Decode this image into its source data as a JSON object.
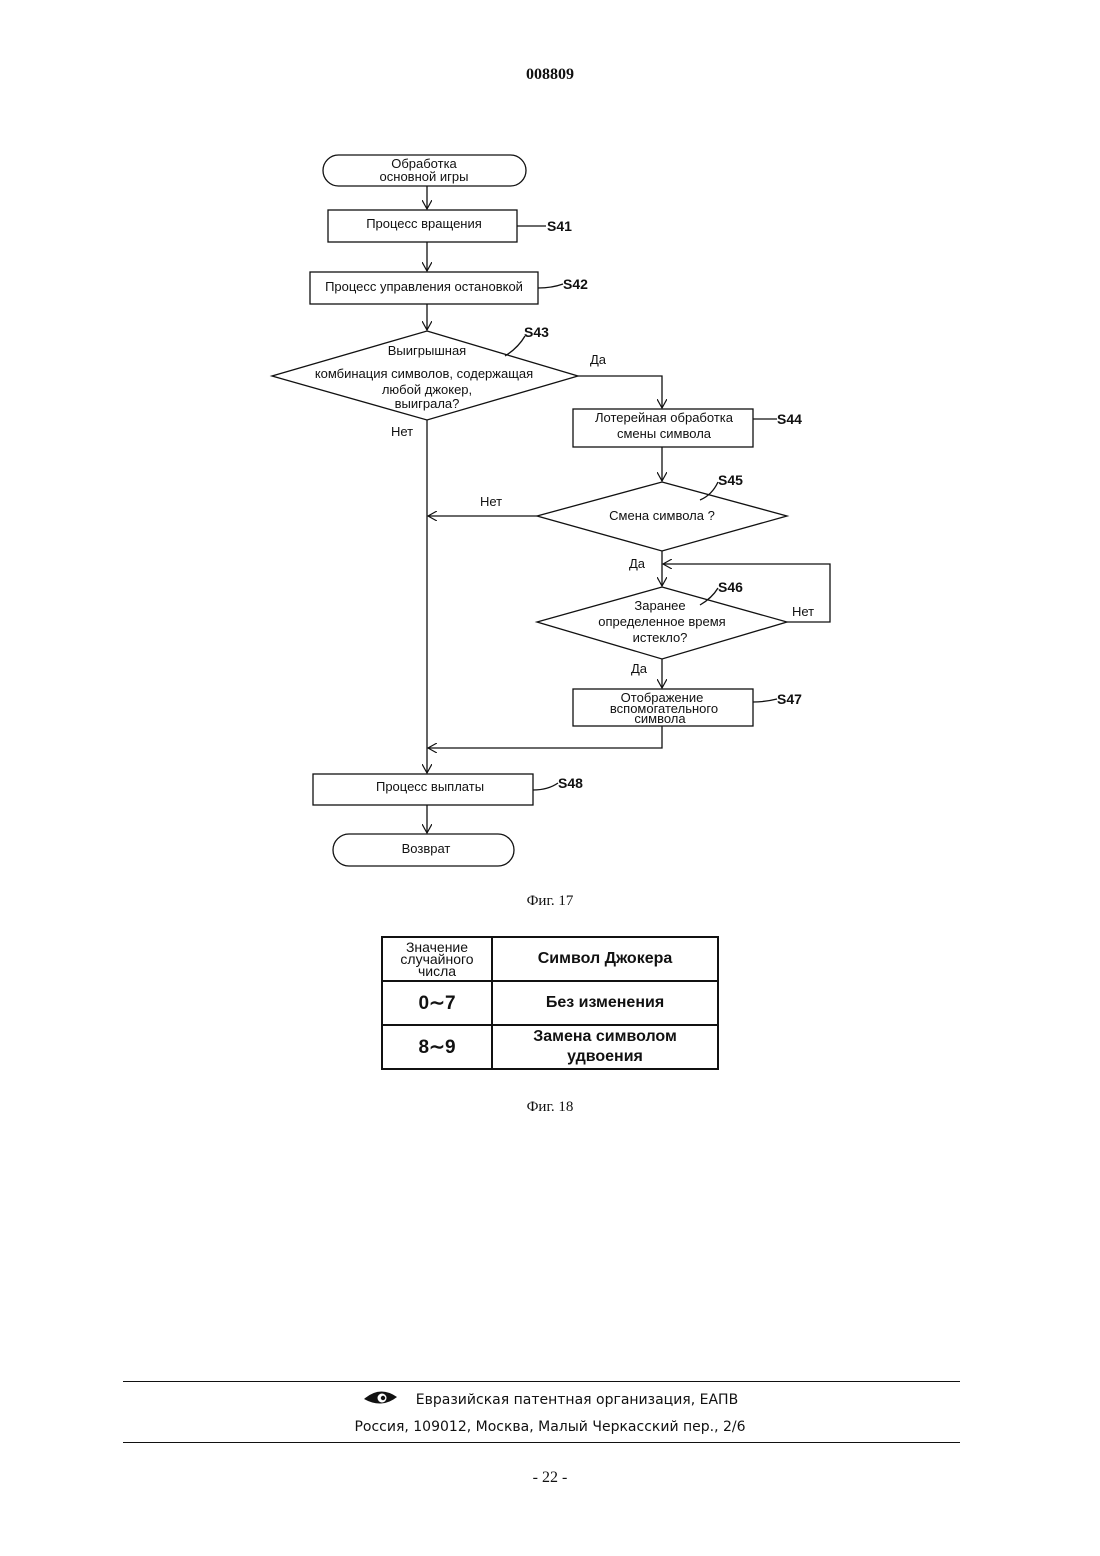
{
  "header": {
    "doc_number": "008809"
  },
  "fig17": {
    "caption": "Фиг. 17",
    "start": [
      "Обработка",
      "основной игры"
    ],
    "s41": {
      "text": "Процесс вращения",
      "label": "S41"
    },
    "s42": {
      "text": "Процесс управления остановкой",
      "label": "S42"
    },
    "s43": {
      "lines": [
        "Выигрышная",
        "комбинация символов, содержащая",
        "любой джокер,",
        "выиграла?"
      ],
      "label": "S43",
      "yes": "Да",
      "no": "Нет"
    },
    "s44": {
      "lines": [
        "Лотерейная обработка",
        "смены символа"
      ],
      "label": "S44"
    },
    "s45": {
      "text": "Смена символа ?",
      "label": "S45",
      "yes": "Да",
      "no": "Нет"
    },
    "s46": {
      "lines": [
        "Заранее",
        "определенное время",
        "истекло?"
      ],
      "label": "S46",
      "yes": "Да",
      "no": "Нет"
    },
    "s47": {
      "lines": [
        "Отображение",
        "вспомогательного",
        "символа"
      ],
      "label": "S47"
    },
    "s48": {
      "text": "Процесс выплаты",
      "label": "S48"
    },
    "end": "Возврат"
  },
  "fig18": {
    "caption": "Фиг. 18",
    "header": [
      "Значение",
      "случайного",
      "числа"
    ],
    "header_right": "Символ Джокера",
    "rows": [
      {
        "range": "0∼7",
        "result": [
          "Без изменения"
        ]
      },
      {
        "range": "8∼9",
        "result": [
          "Замена символом",
          "удвоения"
        ]
      }
    ]
  },
  "footer": {
    "org": "Евразийская патентная организация, ЕАПВ",
    "address": "Россия, 109012, Москва, Малый Черкасский пер., 2/6",
    "logo_icon": "eye-logo-icon"
  },
  "page_number": "- 22 -"
}
